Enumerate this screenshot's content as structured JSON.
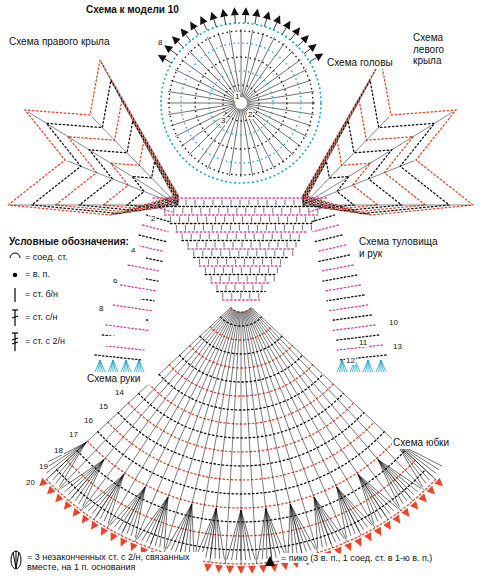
{
  "diagram": {
    "title": "Схема к модели 10",
    "labels": [
      "Схема правого крыла",
      "Схема головы",
      "Схема левого крыла",
      "Условные обозначения:",
      "Схема туловища и рук",
      "Схема руки",
      "Схема юбки",
      "8",
      "1",
      "2",
      "3",
      "2",
      "4",
      "6",
      "8",
      "10",
      "11",
      "12",
      "13",
      "14",
      "15",
      "16",
      "17",
      "18",
      "19",
      "20"
    ],
    "legend": [
      {
        "text": "= соед. ст."
      },
      {
        "text": "= в. п."
      },
      {
        "text": "= ст. б/н"
      },
      {
        "text": "= ст. с/н"
      },
      {
        "text": "= ст. с 2/н"
      },
      {
        "text": "= 3 незаконченных ст. с 2/н, связанных вместе, на 1 п. основания"
      },
      {
        "text": "= пико (3 в. п., 1 соед. ст. в 1-ю в. п.)"
      }
    ]
  }
}
